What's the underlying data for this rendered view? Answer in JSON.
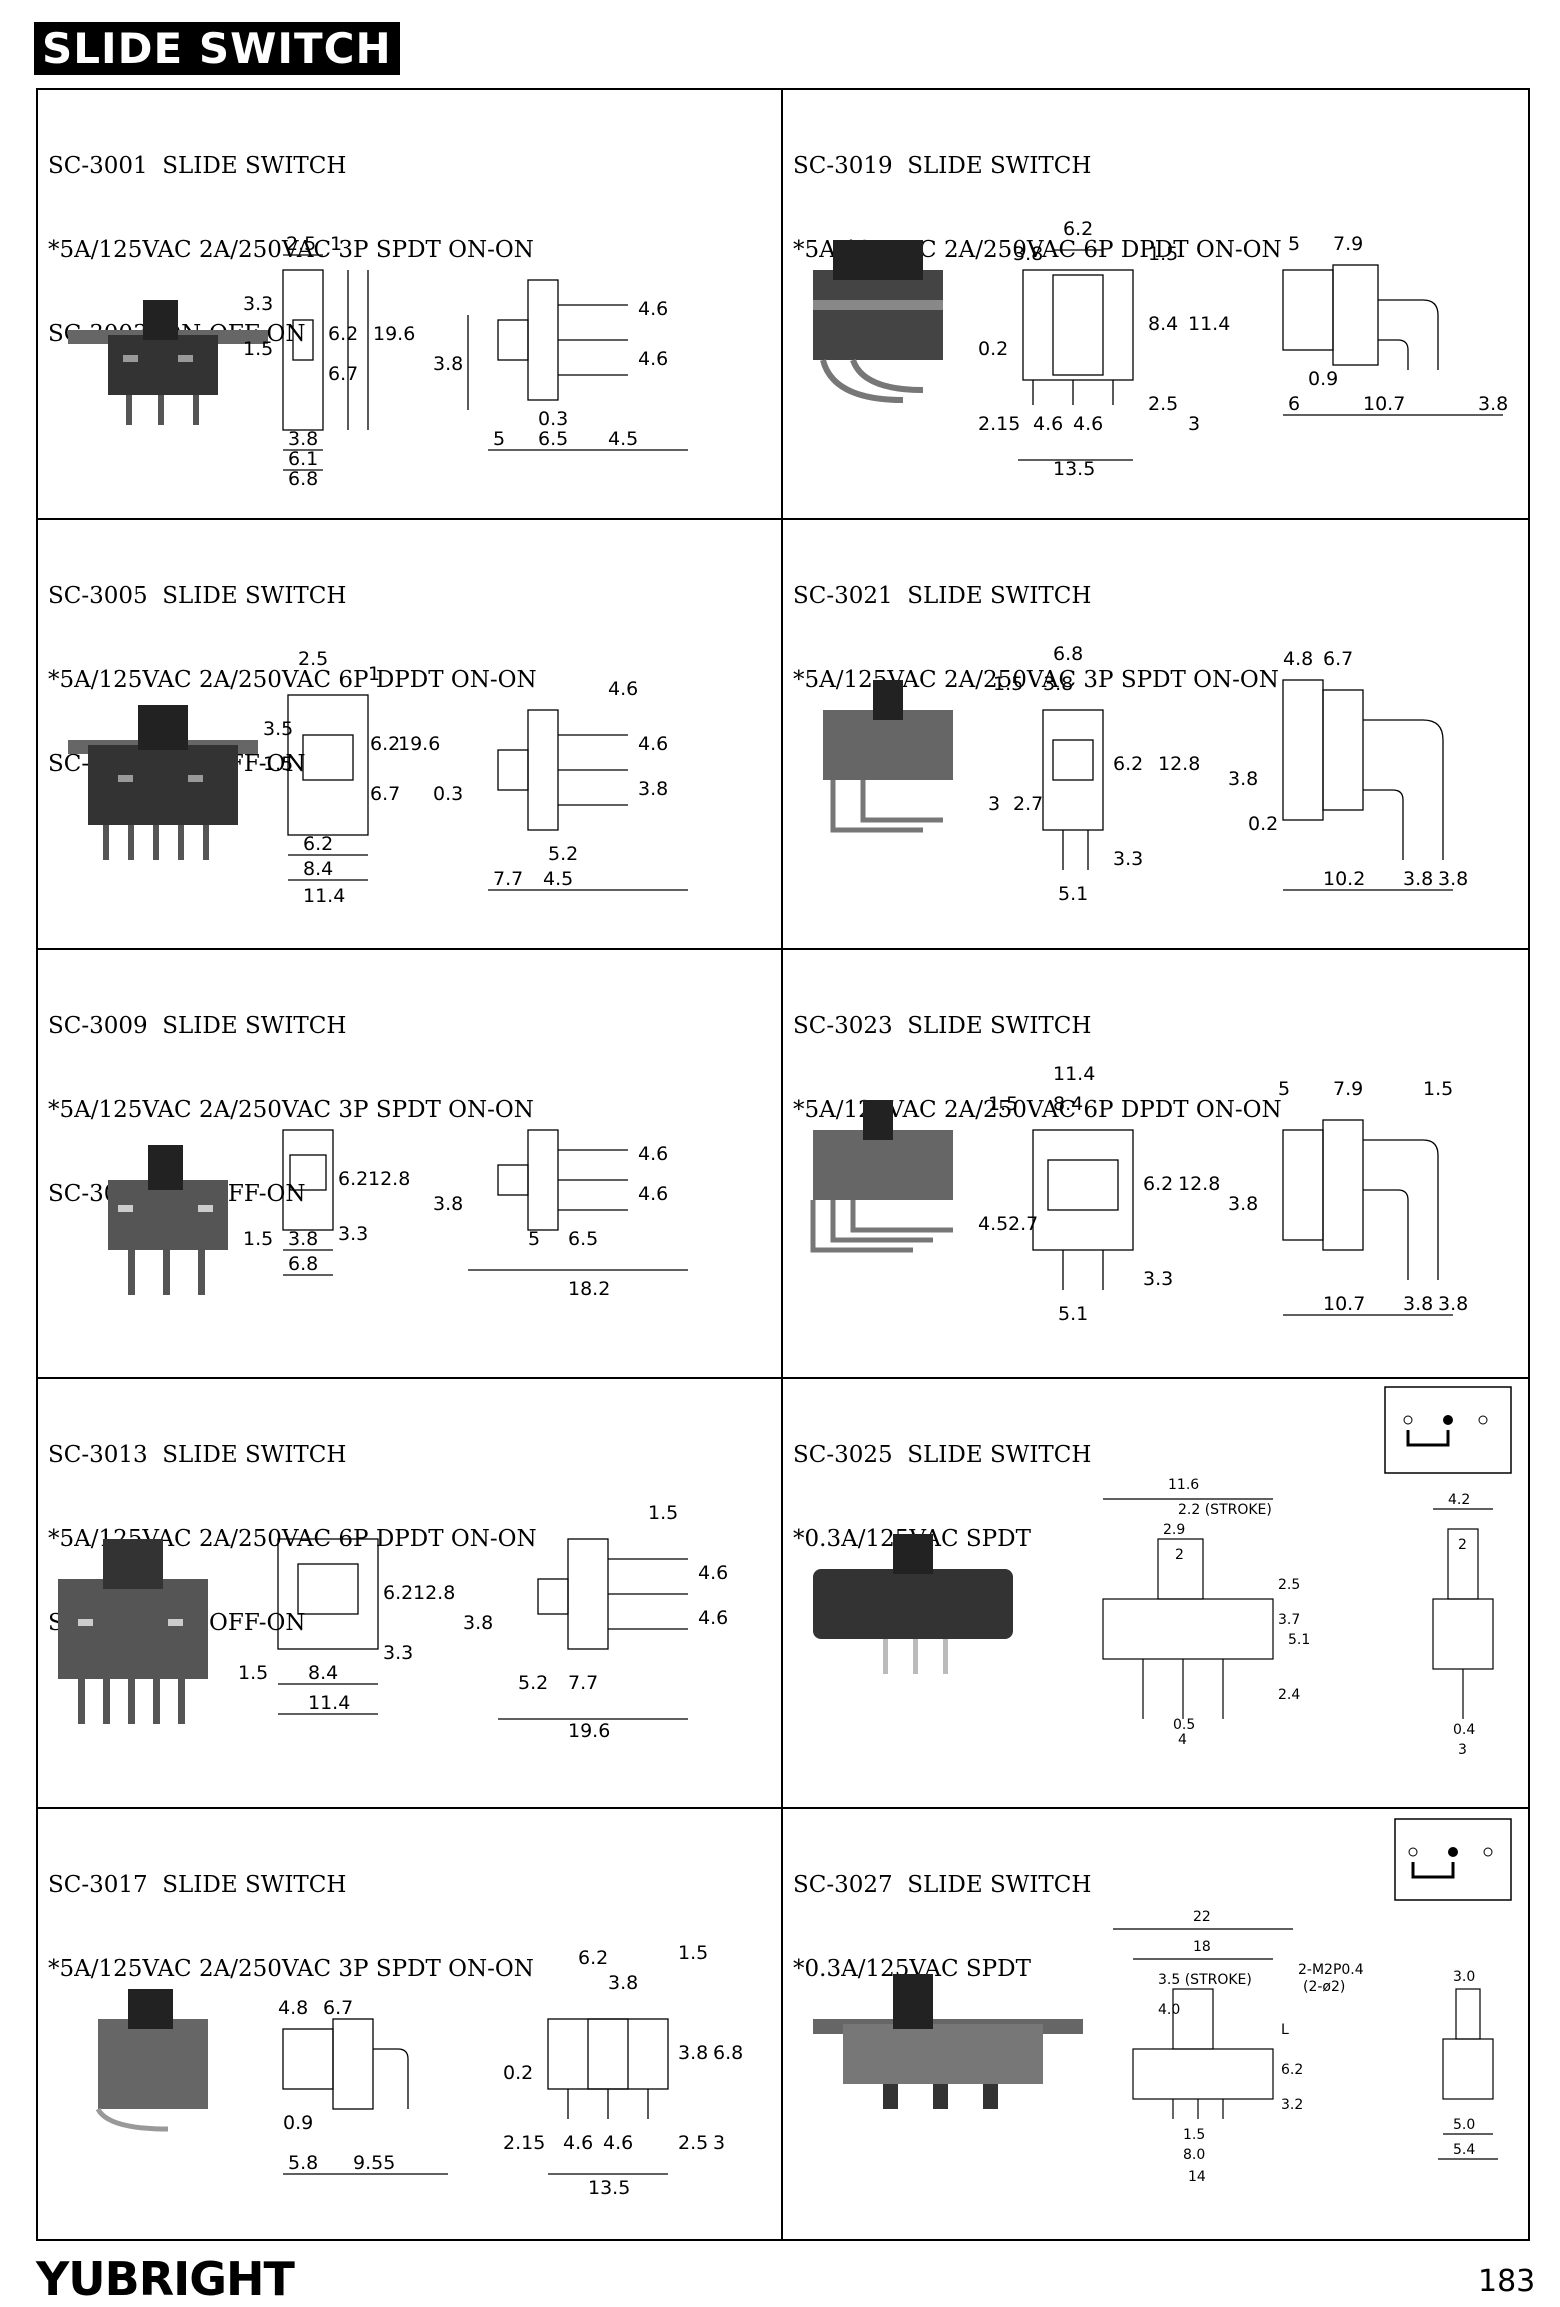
{
  "title": "SLIDE SWITCH",
  "cells": [
    {
      "lines": [
        "SC-3001  SLIDE SWITCH",
        "*5A/125VAC 2A/250VAC 3P SPDT ON-ON",
        "SC-3003  ON-OFF-ON"
      ]
    },
    {
      "lines": [
        "SC-3019  SLIDE SWITCH",
        "*5A/125VAC 2A/250VAC 6P DPDT ON-ON"
      ]
    },
    {
      "lines": [
        "SC-3005  SLIDE SWITCH",
        "*5A/125VAC 2A/250VAC 6P DPDT ON-ON",
        "SC-3007  ON-OFF-ON"
      ]
    },
    {
      "lines": [
        "SC-3021  SLIDE SWITCH",
        "*5A/125VAC 2A/250VAC 3P SPDT ON-ON"
      ]
    },
    {
      "lines": [
        "SC-3009  SLIDE SWITCH",
        "*5A/125VAC 2A/250VAC 3P SPDT ON-ON",
        "SC-3011  ON-OFF-ON"
      ]
    },
    {
      "lines": [
        "SC-3023  SLIDE SWITCH",
        "*5A/125VAC 2A/250VAC 6P DPDT ON-ON"
      ]
    },
    {
      "lines": [
        "SC-3013  SLIDE SWITCH",
        "*5A/125VAC 2A/250VAC 6P DPDT ON-ON",
        "SC-3015  ON-OFF-ON"
      ]
    },
    {
      "lines": [
        "SC-3025  SLIDE SWITCH",
        "*0.3A/125VAC SPDT"
      ]
    },
    {
      "lines": [
        "SC-3017  SLIDE SWITCH",
        "*5A/125VAC 2A/250VAC 3P SPDT ON-ON"
      ]
    },
    {
      "lines": [
        "SC-3027  SLIDE SWITCH",
        "*0.3A/125VAC SPDT"
      ]
    }
  ],
  "dims": {
    "c0": [
      "2.5",
      "1",
      "3.3",
      "1.5",
      "6.2",
      "19.6",
      "6.7",
      "3.8",
      "6.1",
      "6.8",
      "4.6",
      "4.6",
      "3.8",
      "0.3",
      "5",
      "6.5",
      "4.5"
    ],
    "c1": [
      "6.2",
      "3.8",
      "1.5",
      "5",
      "7.9",
      "8.4",
      "11.4",
      "0.2",
      "0.9",
      "2.5",
      "2.15",
      "4.6",
      "4.6",
      "3",
      "13.5",
      "6",
      "10.7",
      "3.8"
    ],
    "c2": [
      "2.5",
      "1",
      "1.5",
      "3.5",
      "6.2",
      "19.6",
      "6.7",
      "6.2",
      "8.4",
      "11.4",
      "4.6",
      "4.6",
      "3.8",
      "0.3",
      "5.2",
      "7.7",
      "4.5"
    ],
    "c3": [
      "6.8",
      "1.5",
      "3.8",
      "6.2",
      "12.8",
      "3",
      "2.7",
      "3.3",
      "5.1",
      "4.8",
      "6.7",
      "3.8",
      "0.2",
      "10.2",
      "3.8",
      "3.8"
    ],
    "c4": [
      "6.2",
      "12.8",
      "3.3",
      "1.5",
      "3.8",
      "6.8",
      "4.6",
      "4.6",
      "3.8",
      "5",
      "6.5",
      "18.2"
    ],
    "c5": [
      "11.4",
      "1.5",
      "8.4",
      "6.2",
      "12.8",
      "4.5",
      "2.7",
      "3.3",
      "5.1",
      "5",
      "7.9",
      "1.5",
      "3.8",
      "10.7",
      "3.8",
      "3.8"
    ],
    "c6": [
      "6.2",
      "12.8",
      "3.3",
      "1.5",
      "8.4",
      "11.4",
      "1.5",
      "4.6",
      "4.6",
      "3.8",
      "5.2",
      "7.7",
      "19.6"
    ],
    "c7": [
      "11.6",
      "2.2 (STROKE)",
      "2.9",
      "2",
      "2.5",
      "3.7",
      "5.1",
      "2.4",
      "0.5",
      "4",
      "4.2",
      "2",
      "0.4",
      "3"
    ],
    "c8": [
      "4.8",
      "6.7",
      "0.9",
      "5.8",
      "9.55",
      "6.2",
      "3.8",
      "1.5",
      "3.8",
      "6.8",
      "0.2",
      "2.15",
      "4.6",
      "4.6",
      "2.5",
      "3",
      "13.5"
    ],
    "c9": [
      "22",
      "18",
      "3.5 (STROKE)",
      "2-M2P0.4",
      "(2-ø2)",
      "4.0",
      "L",
      "6.2",
      "3.2",
      "1.5",
      "8.0",
      "14",
      "3.0",
      "5.0",
      "5.4"
    ]
  },
  "footer": {
    "brand": "YUBRIGHT",
    "page": "183"
  }
}
